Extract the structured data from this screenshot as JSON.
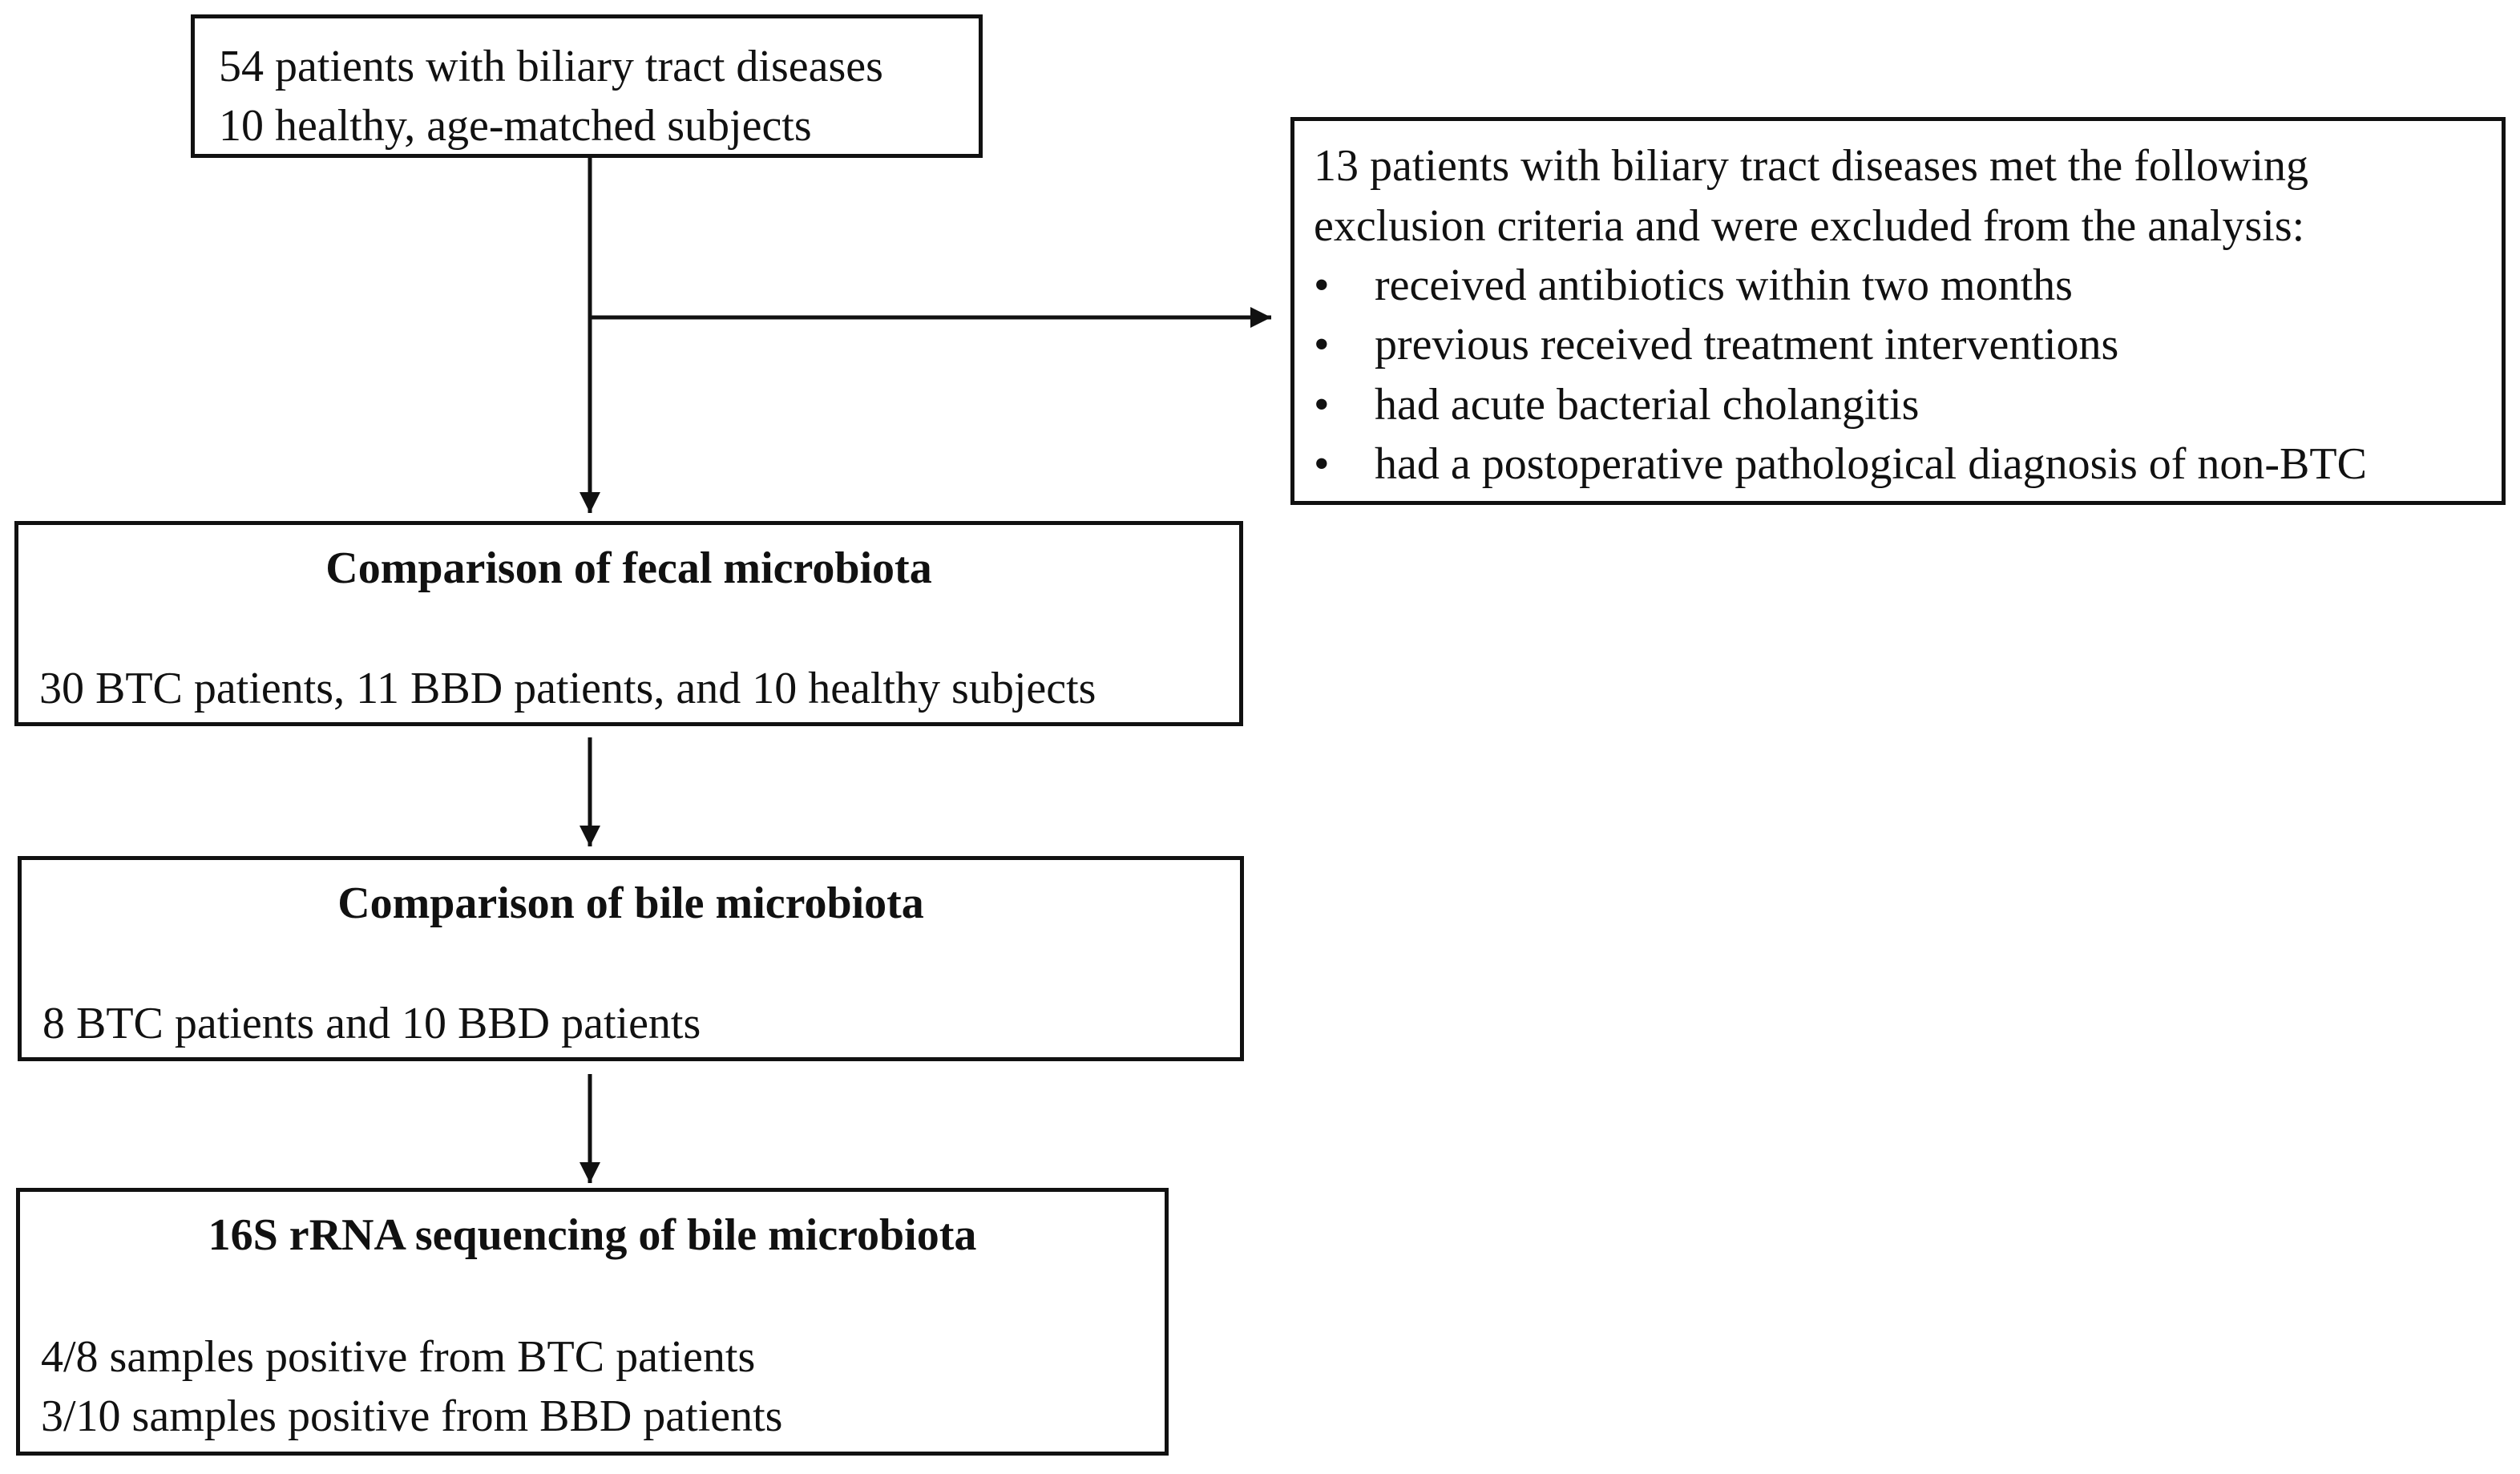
{
  "start_box": {
    "lines": [
      "54 patients with biliary tract diseases",
      "10 healthy, age-matched subjects"
    ]
  },
  "exclusion_box": {
    "intro_lines": [
      "13 patients with biliary tract diseases met the following",
      "exclusion criteria and were excluded from the analysis:"
    ],
    "bullets": [
      "received antibiotics within two months",
      "previous received treatment interventions",
      "had acute bacterial cholangitis",
      "had a postoperative pathological diagnosis of non-BTC"
    ],
    "bullet_symbol": "•"
  },
  "fecal_box": {
    "title": "Comparison of fecal microbiota",
    "lines": [
      "30 BTC patients, 11 BBD patients, and 10 healthy subjects"
    ]
  },
  "bile_box": {
    "title": "Comparison of bile microbiota",
    "lines": [
      "8 BTC patients and 10 BBD patients"
    ]
  },
  "sequencing_box": {
    "title": "16S rRNA sequencing of bile microbiota",
    "lines": [
      "4/8 samples positive from BTC patients",
      "3/10 samples positive from BBD patients"
    ]
  },
  "colors": {
    "stroke": "#111111",
    "background": "#ffffff"
  }
}
